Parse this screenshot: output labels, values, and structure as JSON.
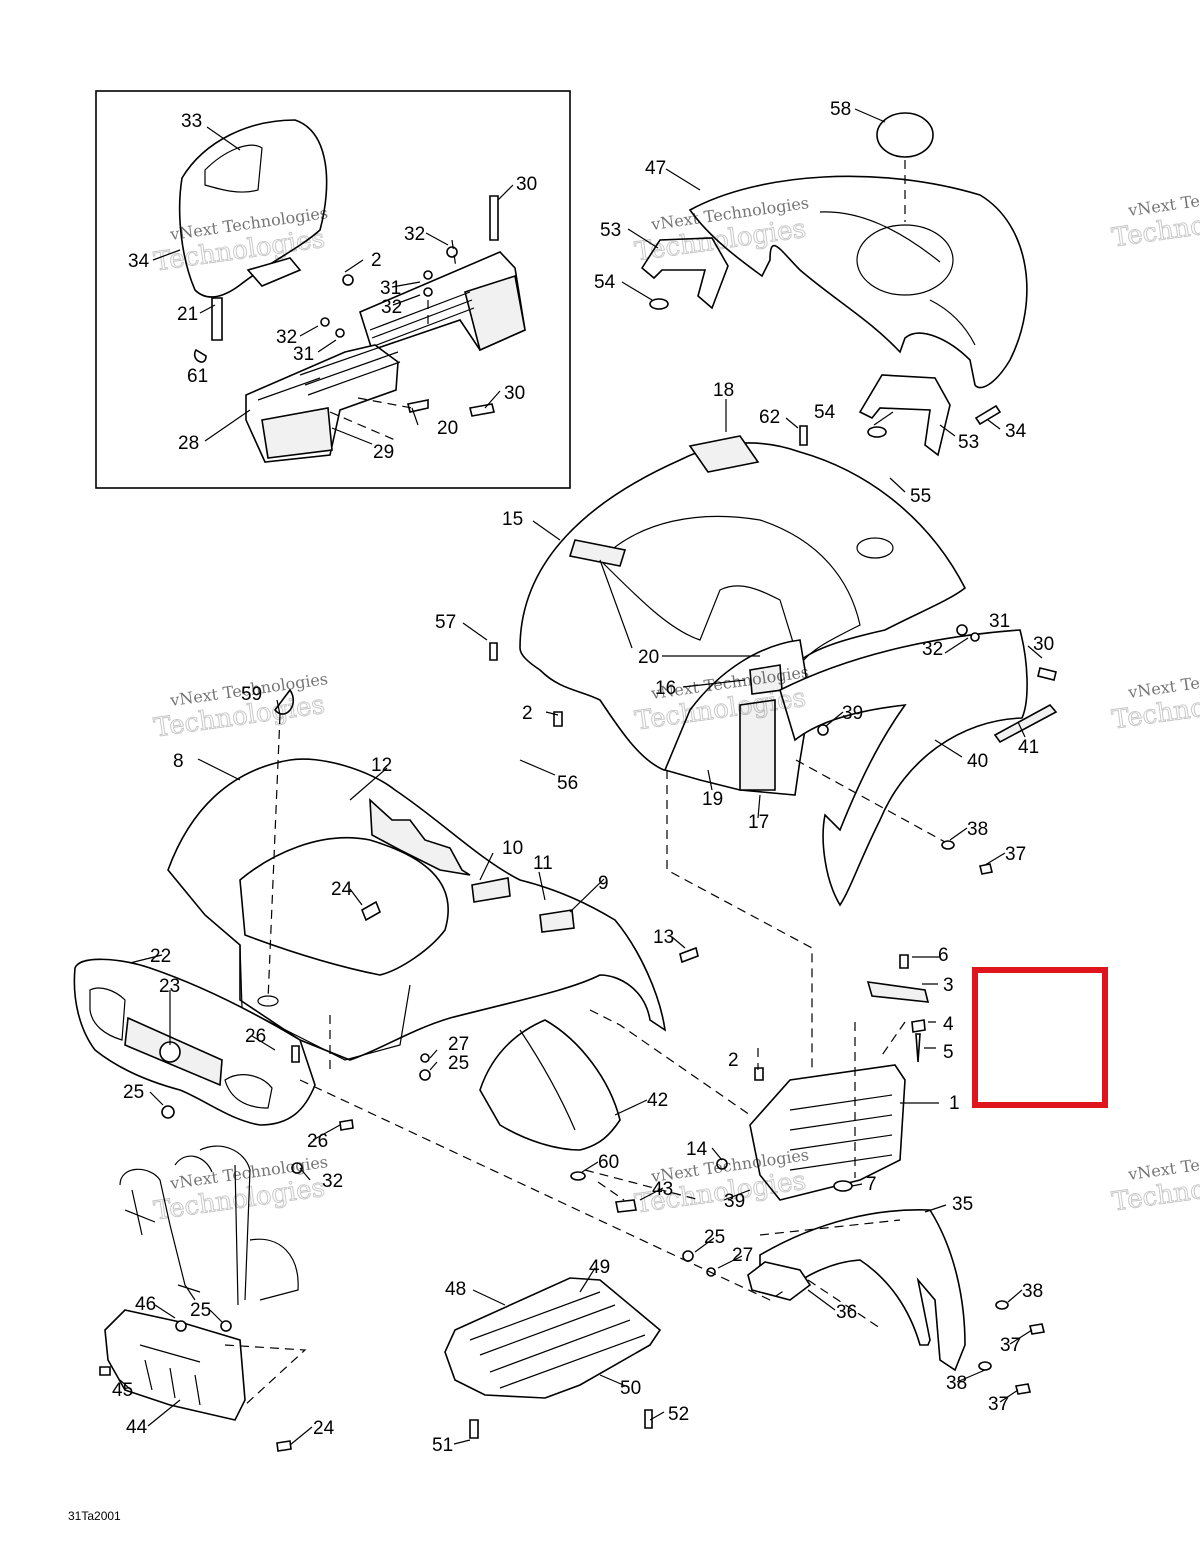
{
  "diagram": {
    "figure_code": "31Ta2001",
    "watermark": {
      "line1": "vNext Technologies",
      "line2": "Technologies"
    },
    "highlight_color": "#e0141c",
    "part_numbers": [
      "1",
      "2",
      "3",
      "4",
      "5",
      "6",
      "7",
      "8",
      "9",
      "10",
      "11",
      "12",
      "13",
      "14",
      "15",
      "16",
      "17",
      "18",
      "19",
      "20",
      "21",
      "22",
      "23",
      "24",
      "25",
      "26",
      "27",
      "28",
      "29",
      "30",
      "31",
      "32",
      "33",
      "34",
      "35",
      "36",
      "37",
      "38",
      "39",
      "40",
      "41",
      "42",
      "43",
      "44",
      "45",
      "46",
      "47",
      "48",
      "49",
      "50",
      "51",
      "52",
      "53",
      "54",
      "55",
      "56",
      "57",
      "58",
      "59",
      "60",
      "61",
      "62"
    ]
  }
}
